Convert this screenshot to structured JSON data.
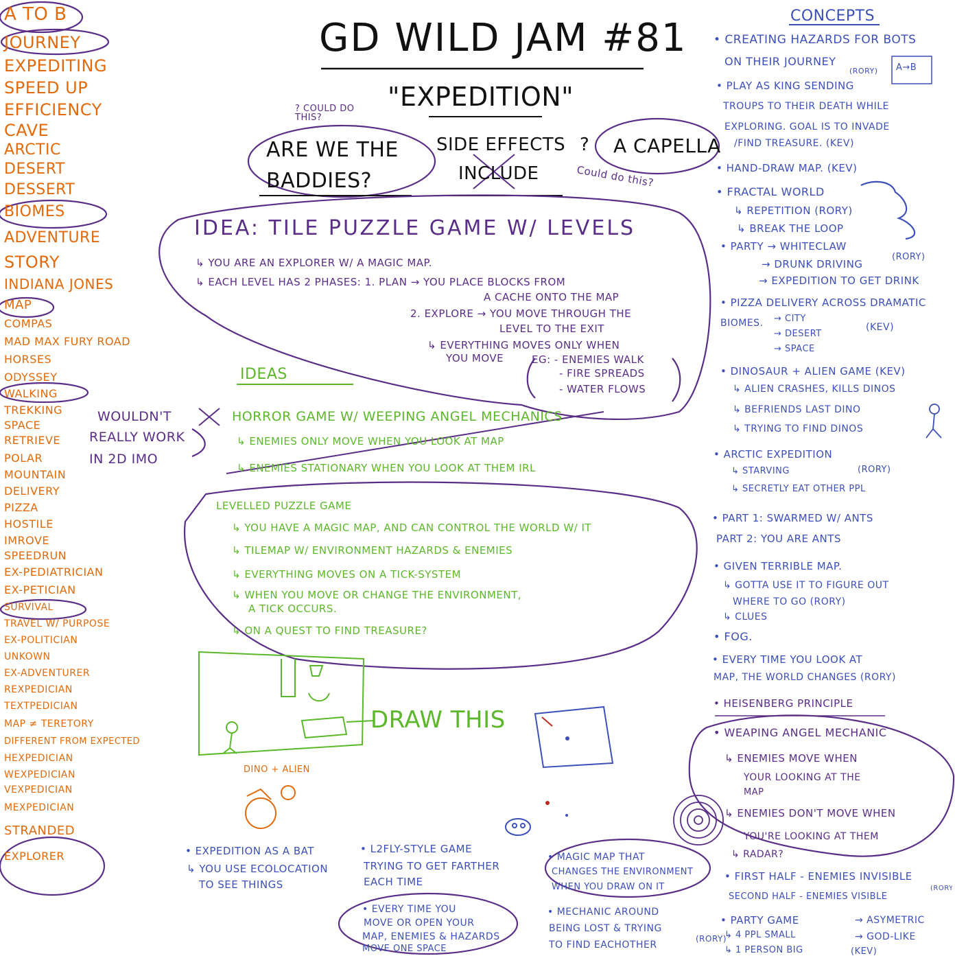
{
  "title": {
    "main": "GD WILD JAM #81",
    "theme": "\"EXPEDITION\"",
    "wildcard_1": "ARE WE THE BADDIES?",
    "wildcard_1_note": "? COULD DO THIS?",
    "wildcard_2_a": "SIDE EFFECTS",
    "wildcard_2_b": "INCLUDE",
    "wildcard_3": "A CAPELLA",
    "wildcard_3_note": "Could do this?",
    "q_mark": "?"
  },
  "keywords": [
    "A TO B",
    "JOURNEY",
    "EXPEDITING",
    "SPEED UP",
    "EFFICIENCY",
    "CAVE",
    "ARCTIC",
    "DESERT",
    "DESSERT",
    "BIOMES",
    "ADVENTURE",
    "STORY",
    "INDIANA JONES",
    "MAP",
    "COMPAS",
    "MAD MAX FURY ROAD",
    "HORSES",
    "ODYSSEY",
    "WALKING",
    "TREKKING",
    "SPACE",
    "RETRIEVE",
    "POLAR",
    "MOUNTAIN",
    "DELIVERY",
    "PIZZA",
    "HOSTILE",
    "IMROVE",
    "SPEEDRUN",
    "EX-PEDIATRICIAN",
    "EX-PETICIAN",
    "SURVIVAL",
    "TRAVEL W/ PURPOSE",
    "EX-POLITICIAN",
    "UNKOWN",
    "EX-ADVENTURER",
    "REXPEDICIAN",
    "TEXTPEDICIAN",
    "MAP ≠ TERETORY",
    "DIFFERENT FROM EXPECTED",
    "HEXPEDICIAN",
    "WEXPEDICIAN",
    "VEXPEDICIAN",
    "MEXPEDICIAN",
    "STRANDED",
    "EXPLORER"
  ],
  "idea_box": {
    "heading": "IDEA: TILE PUZZLE GAME W/ LEVELS",
    "line1": "↳ YOU ARE AN EXPLORER W/ A MAGIC MAP.",
    "line2": "↳ EACH LEVEL HAS 2 PHASES: 1. PLAN → YOU PLACE BLOCKS FROM",
    "line3": "A CACHE ONTO THE MAP",
    "line4": "2. EXPLORE → YOU MOVE THROUGH THE",
    "line5": "LEVEL TO THE EXIT",
    "line6": "↳ EVERYTHING MOVES ONLY WHEN",
    "line7": "YOU MOVE",
    "eg1": "EG: - ENEMIES WALK",
    "eg2": "- FIRE SPREADS",
    "eg3": "- WATER FLOWS"
  },
  "ideas_section": {
    "heading": "IDEAS",
    "horror": "HORROR GAME W/ WEEPING ANGEL MECHANICS",
    "horror_a": "↳ ENEMIES ONLY MOVE WHEN YOU LOOK AT MAP",
    "horror_b": "↳ ENEMIES STATIONARY WHEN YOU LOOK AT THEM IRL",
    "note_a": "WOULDN'T",
    "note_b": "REALLY WORK",
    "note_c": "IN 2D IMO"
  },
  "levelled": {
    "heading": "LEVELLED PUZZLE GAME",
    "l1": "↳ YOU HAVE A MAGIC MAP, AND CAN CONTROL THE WORLD W/ IT",
    "l2": "↳ TILEMAP W/ ENVIRONMENT HAZARDS & ENEMIES",
    "l3": "↳ EVERYTHING MOVES ON A TICK-SYSTEM",
    "l4": "↳ WHEN YOU MOVE OR CHANGE THE ENVIRONMENT,",
    "l5": "A TICK OCCURS.",
    "l6": "↳ ON A QUEST TO FIND TREASURE?"
  },
  "sketch": {
    "draw_this": "DRAW THIS",
    "dino_alien": "DINO + ALIEN"
  },
  "concepts": {
    "heading": "CONCEPTS",
    "items": [
      "• CREATING HAZARDS FOR BOTS",
      "ON THEIR JOURNEY",
      "(RORY)",
      "• PLAY AS KING SENDING",
      "TROUPS TO THEIR DEATH WHILE",
      "EXPLORING. GOAL IS TO INVADE",
      "/FIND TREASURE. (KEV)",
      "• HAND-DRAW MAP. (KEV)",
      "• FRACTAL WORLD",
      "↳ REPETITION (RORY)",
      "↳ BREAK THE LOOP",
      "• PARTY → WHITECLAW",
      "→ DRUNK DRIVING",
      "(RORY)",
      "→ EXPEDITION TO GET DRINK",
      "• PIZZA DELIVERY ACROSS DRAMATIC",
      "BIOMES.",
      "→ CITY",
      "→ DESERT",
      "→ SPACE",
      "(KEV)",
      "• DINOSAUR + ALIEN GAME (KEV)",
      "↳ ALIEN CRASHES, KILLS DINOS",
      "↳ BEFRIENDS LAST DINO",
      "↳ TRYING TO FIND DINOS",
      "• ARCTIC EXPEDITION",
      "↳ STARVING",
      "(RORY)",
      "↳ SECRETLY EAT OTHER PPL",
      "• PART 1: SWARMED W/ ANTS",
      "PART 2: YOU ARE ANTS",
      "• GIVEN TERRIBLE MAP.",
      "↳ GOTTA USE IT TO FIGURE OUT",
      "WHERE TO GO (RORY)",
      "↳ CLUES",
      "• FOG.",
      "• EVERY TIME YOU LOOK AT",
      "MAP, THE WORLD CHANGES (RORY)",
      "• HEISENBERG PRINCIPLE",
      "• WEAPING ANGEL MECHANIC",
      "↳ ENEMIES MOVE WHEN",
      "YOUR LOOKING AT THE",
      "MAP",
      "↳ ENEMIES DON'T MOVE WHEN",
      "YOU'RE LOOKING AT THEM",
      "↳ RADAR?",
      "• FIRST HALF - ENEMIES INVISIBLE",
      "SECOND HALF - ENEMIES VISIBLE",
      "(RORY)",
      "• PARTY GAME",
      "↳ 4 PPL SMALL",
      "→ ASYMETRIC",
      "↳ 1 PERSON BIG",
      "→ GOD-LIKE",
      "(KEV)"
    ],
    "ab_box": "A→B"
  },
  "bottom": {
    "bat1": "• EXPEDITION AS A BAT",
    "bat2": "↳ YOU USE ECOLOCATION",
    "bat3": "TO SEE THINGS",
    "fly1": "• L2FLY-STYLE GAME",
    "fly2": "TRYING TO GET FARTHER",
    "fly3": "EACH TIME",
    "move1": "• EVERY TIME YOU",
    "move2": "MOVE OR OPEN YOUR",
    "move3": "MAP, ENEMIES & HAZARDS",
    "move4": "MOVE ONE SPACE",
    "magic1": "• MAGIC MAP THAT",
    "magic2": "CHANGES THE ENVIRONMENT",
    "magic3": "WHEN YOU DRAW ON IT",
    "lost1": "• MECHANIC AROUND",
    "lost2": "BEING LOST & TRYING",
    "lost3": "TO FIND EACHOTHER",
    "lost4": "(RORY)"
  },
  "colors": {
    "orange": "#e06a0c",
    "purple": "#5a2d86",
    "green": "#5cb82a",
    "blue": "#3d4fb8",
    "black": "#111111"
  }
}
